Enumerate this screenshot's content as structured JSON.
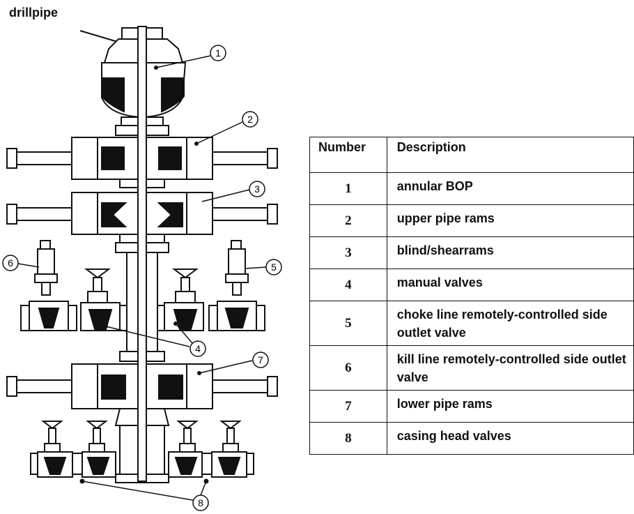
{
  "diagram": {
    "drillpipe_label": "drillpipe",
    "callouts": [
      "1",
      "2",
      "3",
      "4",
      "5",
      "6",
      "7",
      "8"
    ]
  },
  "legend": {
    "headers": {
      "number": "Number",
      "description": "Description"
    },
    "rows": [
      {
        "number": "1",
        "description": "annular BOP"
      },
      {
        "number": "2",
        "description": "upper  pipe  rams"
      },
      {
        "number": "3",
        "description": "blind/shearrams"
      },
      {
        "number": "4",
        "description": "manual  valves"
      },
      {
        "number": "5",
        "description": "choke  line  remotely-controlled side  outlet  valve"
      },
      {
        "number": "6",
        "description": "kill  line  remotely-controlled side  outlet  valve"
      },
      {
        "number": "7",
        "description": "lower  pipe  rams"
      },
      {
        "number": "8",
        "description": "casing  head  valves"
      }
    ]
  }
}
